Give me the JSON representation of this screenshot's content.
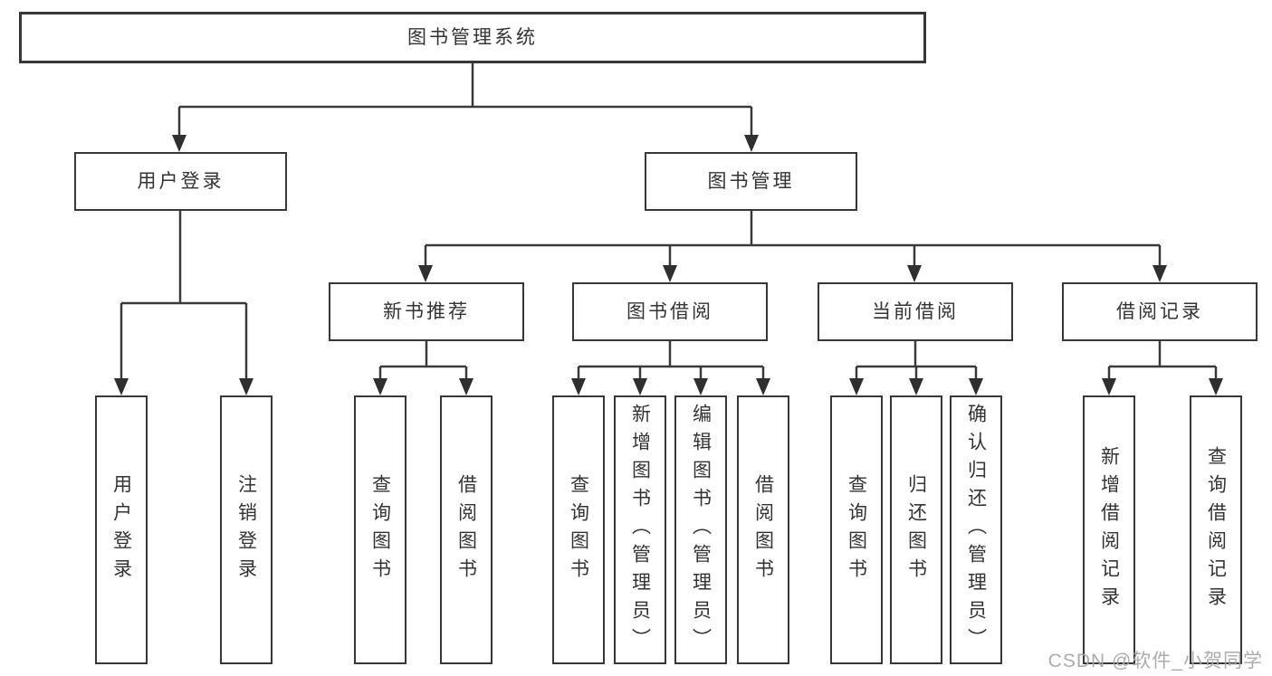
{
  "diagram": {
    "root": {
      "label": "图书管理系统"
    },
    "level2": [
      {
        "label": "用户登录"
      },
      {
        "label": "图书管理"
      }
    ],
    "level3": [
      {
        "label": "新书推荐"
      },
      {
        "label": "图书借阅"
      },
      {
        "label": "当前借阅"
      },
      {
        "label": "借阅记录"
      }
    ],
    "leaves": {
      "login": [
        "用户登录",
        "注销登录"
      ],
      "newbook": [
        "查询图书",
        "借阅图书"
      ],
      "borrow": [
        "查询图书",
        "新增图书（管理员）",
        "编辑图书（管理员）",
        "借阅图书"
      ],
      "current": [
        "查询图书",
        "归还图书",
        "确认归还（管理员）"
      ],
      "records": [
        "新增借阅记录",
        "查询借阅记录"
      ]
    }
  },
  "watermark": "CSDN @软件_小贺同学",
  "colors": {
    "line": "#3a3a3a",
    "arrow": "#2f2f2f",
    "box_border": "#373737",
    "text": "#333333",
    "background": "#ffffff",
    "watermark": "#a5a5a5"
  }
}
